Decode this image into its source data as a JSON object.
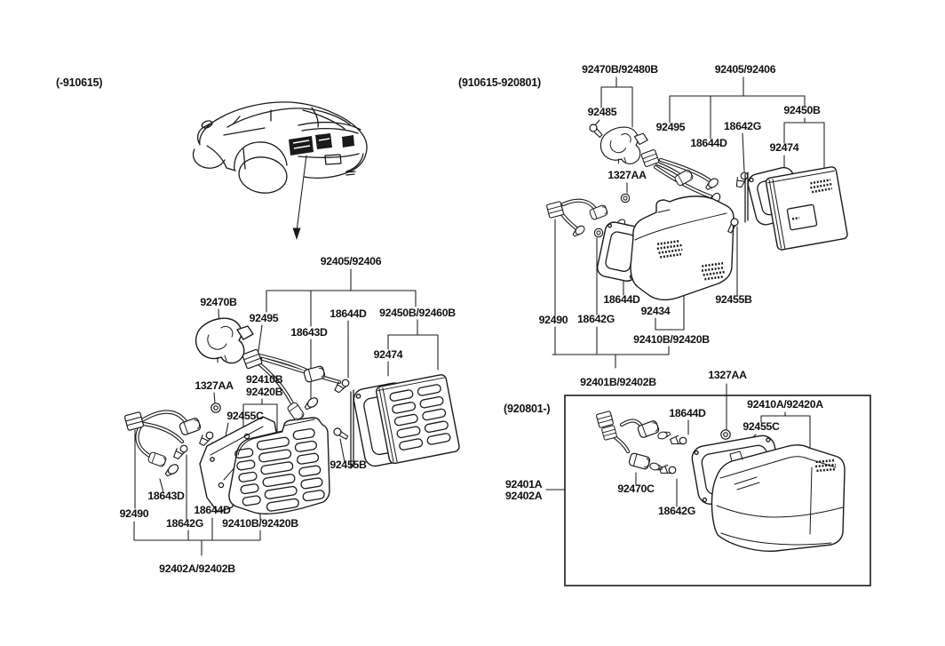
{
  "page": {
    "background": "#ffffff",
    "ink": "#1a1a1a",
    "kind": "tail-lamp-parts-diagram"
  },
  "diagrams": {
    "early": {
      "header": "(-910615)",
      "labels": [
        "92405/92406",
        "92470B",
        "92495",
        "18643D",
        "18644D",
        "92450B/92460B",
        "92474",
        "92410B",
        "92420B",
        "1327AA",
        "92455C",
        "92455B",
        "18643D",
        "92490",
        "18644D",
        "18642G",
        "92410B/92420B",
        "92402A/92402B"
      ]
    },
    "mid": {
      "header": "(910615-920801)",
      "labels": [
        "92470B/92480B",
        "92405/92406",
        "92485",
        "92495",
        "18644D",
        "18642G",
        "92450B",
        "92474",
        "1327AA",
        "18644D",
        "92434",
        "92455B",
        "92490",
        "18642G",
        "92410B/92420B",
        "92401B/92402B"
      ]
    },
    "late": {
      "header": "(920801-)",
      "labels": [
        "1327AA",
        "18644D",
        "92410A/92420A",
        "92455C",
        "92401A",
        "92402A",
        "92470C",
        "18642G"
      ]
    }
  }
}
